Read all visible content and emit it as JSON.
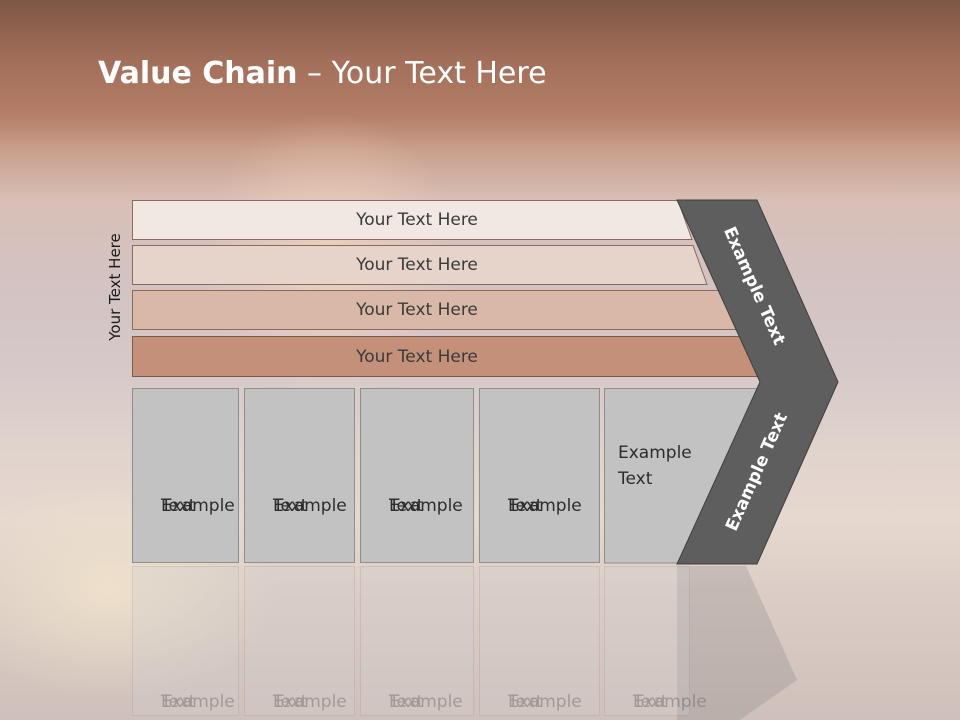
{
  "title": {
    "bold": "Value Chain",
    "rest": " – Your Text Here"
  },
  "vertical_label": "Your Text Here",
  "bars": [
    {
      "label": "Your Text Here",
      "fill": "#f1e7e3"
    },
    {
      "label": "Your Text Here",
      "fill": "#e6d3ca"
    },
    {
      "label": "Your Text Here",
      "fill": "#d9b8a8"
    },
    {
      "label": "Your Text Here",
      "fill": "#c4907a"
    }
  ],
  "boxes": [
    {
      "line1": "Example",
      "line2": "Text"
    },
    {
      "line1": "Example",
      "line2": "Text"
    },
    {
      "line1": "Example",
      "line2": "Text"
    },
    {
      "line1": "Example",
      "line2": "Text"
    },
    {
      "line1": "Example",
      "line2": "Text"
    }
  ],
  "chevron": {
    "top_text": "Example Text",
    "bottom_text": "Example Text",
    "fill": "#5e5e5e"
  }
}
